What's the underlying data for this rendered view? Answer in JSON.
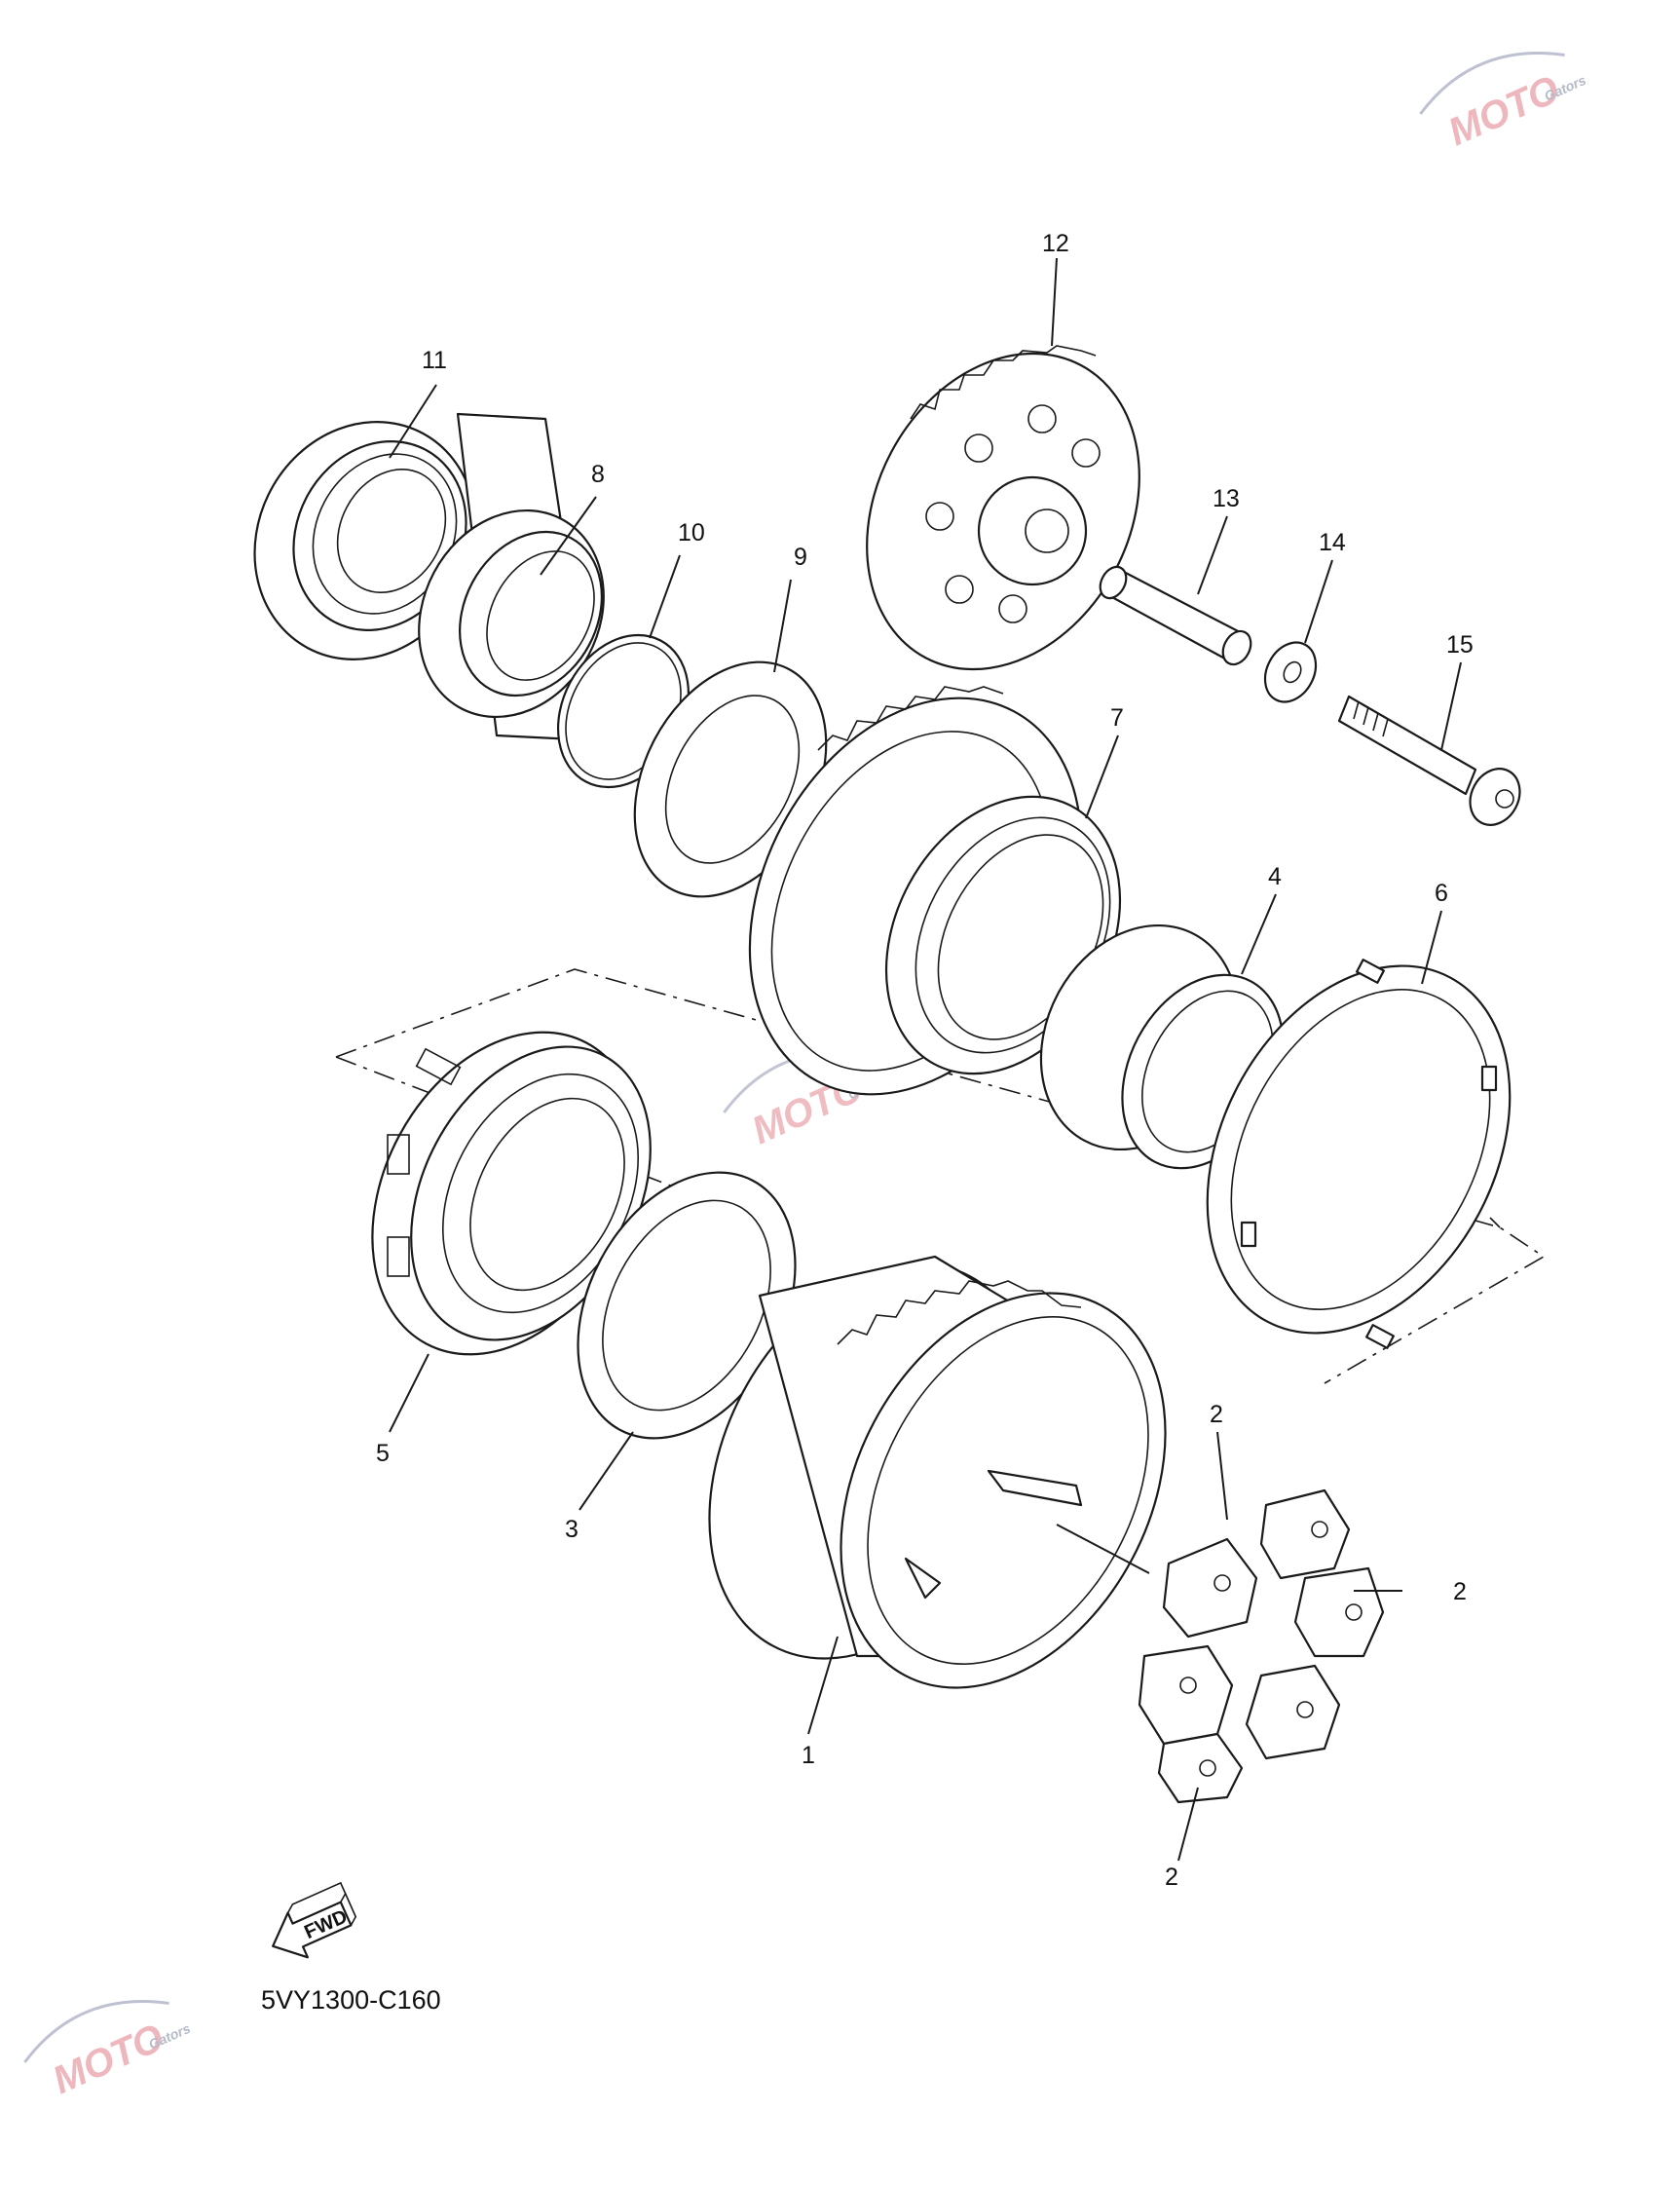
{
  "diagram_code": "5VY1300-C160",
  "fwd_label": "FWD",
  "watermark": {
    "brand": "MOTO",
    "sub": "Gators",
    "colors": {
      "text": "#e9a0a8",
      "gear": "#9aa3b6"
    }
  },
  "callouts": [
    {
      "id": "c1",
      "label": "1"
    },
    {
      "id": "c2a",
      "label": "2"
    },
    {
      "id": "c2b",
      "label": "2"
    },
    {
      "id": "c2c",
      "label": "2"
    },
    {
      "id": "c3",
      "label": "3"
    },
    {
      "id": "c4",
      "label": "4"
    },
    {
      "id": "c5",
      "label": "5"
    },
    {
      "id": "c6",
      "label": "6"
    },
    {
      "id": "c7",
      "label": "7"
    },
    {
      "id": "c8",
      "label": "8"
    },
    {
      "id": "c9",
      "label": "9"
    },
    {
      "id": "c10",
      "label": "10"
    },
    {
      "id": "c11",
      "label": "11"
    },
    {
      "id": "c12",
      "label": "12"
    },
    {
      "id": "c13",
      "label": "13"
    },
    {
      "id": "c14",
      "label": "14"
    },
    {
      "id": "c15",
      "label": "15"
    }
  ]
}
